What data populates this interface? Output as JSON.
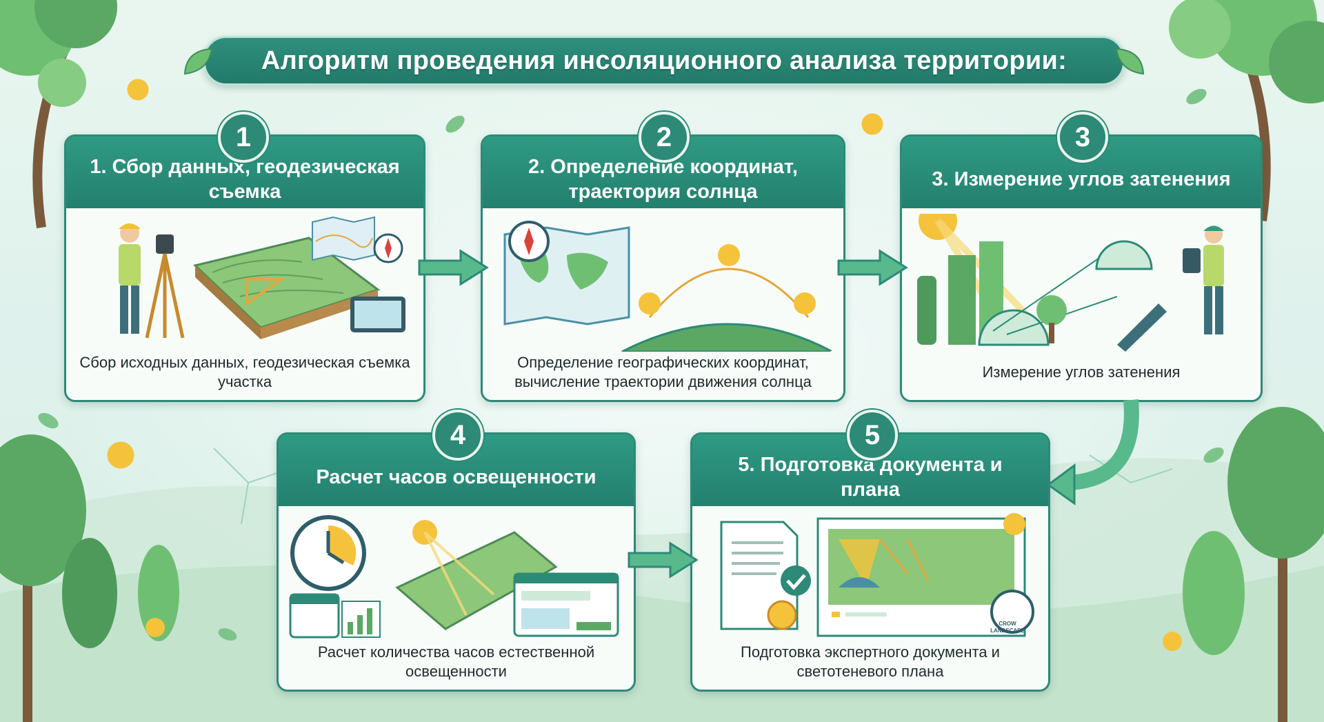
{
  "title": "Алгоритм проведения инсоляционного анализа территории:",
  "colors": {
    "primary": "#2c8a76",
    "accent_sun": "#f5c33b",
    "background": "#e9f6ef"
  },
  "steps": [
    {
      "number": "1",
      "heading": "1. Сбор данных, геодезическая съемка",
      "caption": "Сбор исходных данных, геодезическая съемка участка",
      "icons": [
        "surveyor-icon",
        "theodolite-icon",
        "topographic-map-icon",
        "compass-icon",
        "tablet-icon",
        "ruler-icon"
      ]
    },
    {
      "number": "2",
      "heading": "2. Определение координат, траектория солнца",
      "caption": "Определение географических координат, вычисление траектории движения солнца",
      "icons": [
        "compass-icon",
        "world-map-icon",
        "sun-path-icon",
        "globe-icon"
      ]
    },
    {
      "number": "3",
      "heading": "3. Измерение углов затенения",
      "caption": "Измерение углов затенения",
      "icons": [
        "buildings-icon",
        "sun-icon",
        "protractor-icon",
        "engineer-icon",
        "tablet-icon"
      ]
    },
    {
      "number": "4",
      "heading": "Расчет часов освещенности",
      "caption": "Расчет количества часов естественной освещенности",
      "icons": [
        "clock-icon",
        "calendar-icon",
        "bar-chart-icon",
        "terrain-icon",
        "browser-window-icon"
      ]
    },
    {
      "number": "5",
      "heading": "5. Подготовка документа и плана",
      "caption": "Подготовка экспертного документа и светотеневого плана",
      "icons": [
        "document-icon",
        "check-icon",
        "seal-icon",
        "plan-icon",
        "stamp-icon"
      ]
    }
  ],
  "stamp_text": "CROW LANDSCAPE"
}
